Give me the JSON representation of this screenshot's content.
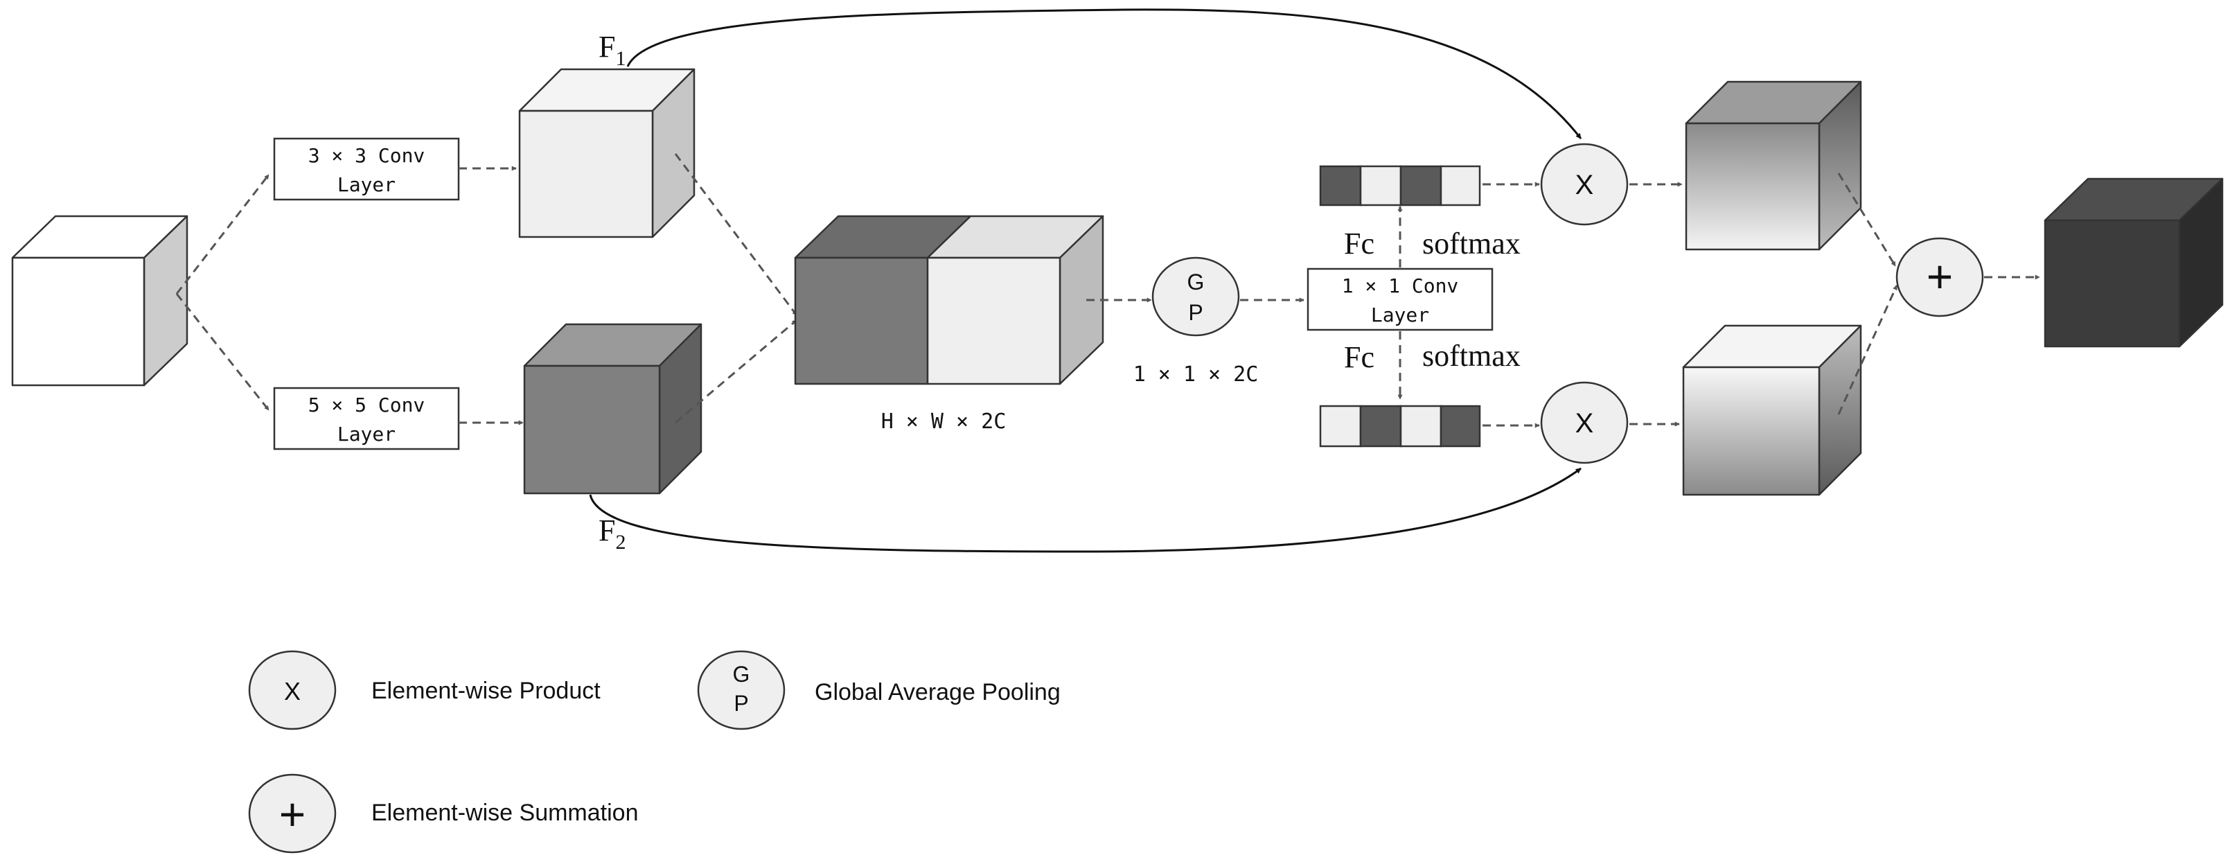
{
  "labels": {
    "conv3_line1": "3 × 3 Conv",
    "conv3_line2": "Layer",
    "conv5_line1": "5 × 5 Conv",
    "conv5_line2": "Layer",
    "conv1_line1": "1 × 1 Conv",
    "conv1_line2": "Layer",
    "f1_base": "F",
    "f1_sub": "1",
    "f2_base": "F",
    "f2_sub": "2",
    "concat_dims": "H × W × 2C",
    "gap_dims": "1 × 1 × 2C",
    "gp_top": "G",
    "gp_bottom": "P",
    "fc_top": "Fc",
    "fc_bottom": "Fc",
    "softmax_top": "softmax",
    "softmax_bottom": "softmax",
    "product_symbol": "X",
    "sum_symbol": "+"
  },
  "legend": {
    "product_symbol": "X",
    "product_label": "Element-wise Product",
    "gp_top": "G",
    "gp_bottom": "P",
    "gp_label": "Global Average Pooling",
    "sum_symbol": "+",
    "sum_label": "Element-wise Summation"
  },
  "colors": {
    "input_cube": "#ffffff",
    "f1_cube": "#efefef",
    "f2_cube": "#808080",
    "concat_dark": "#7a7a7a",
    "concat_light": "#efefef",
    "output_cube": "#3c3c3c",
    "circle_fill": "#efefef",
    "vector_dark": "#5a5a5a",
    "vector_light": "#efefef"
  }
}
